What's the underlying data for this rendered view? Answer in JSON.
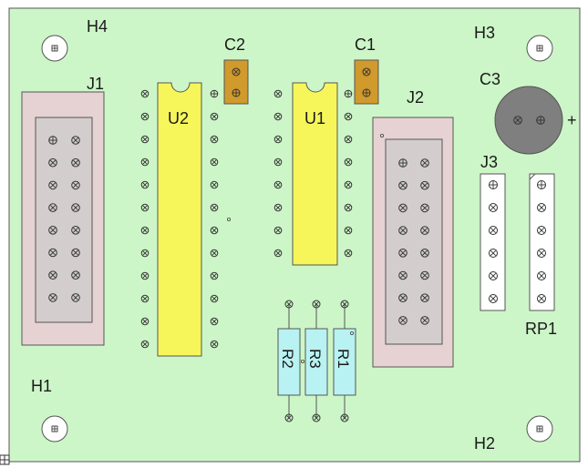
{
  "colors": {
    "board": "#cdf6c8",
    "ic_body": "#f6f65a",
    "connector_frame": "#e6d2d2",
    "connector_inner": "#d3cdcd",
    "cap_body": "#d09a2c",
    "resistor_body": "#b9f2f2",
    "electrolytic": "#7f7f7f",
    "hole_fill": "#ffffff"
  },
  "labels": {
    "h1": "H1",
    "h2": "H2",
    "h3": "H3",
    "h4": "H4",
    "j1": "J1",
    "j2": "J2",
    "j3": "J3",
    "u1": "U1",
    "u2": "U2",
    "c1": "C1",
    "c2": "C2",
    "c3": "C3",
    "c3_polarity": "+",
    "rp1": "RP1",
    "r1": "R1",
    "r2": "R2",
    "r3": "R3"
  }
}
